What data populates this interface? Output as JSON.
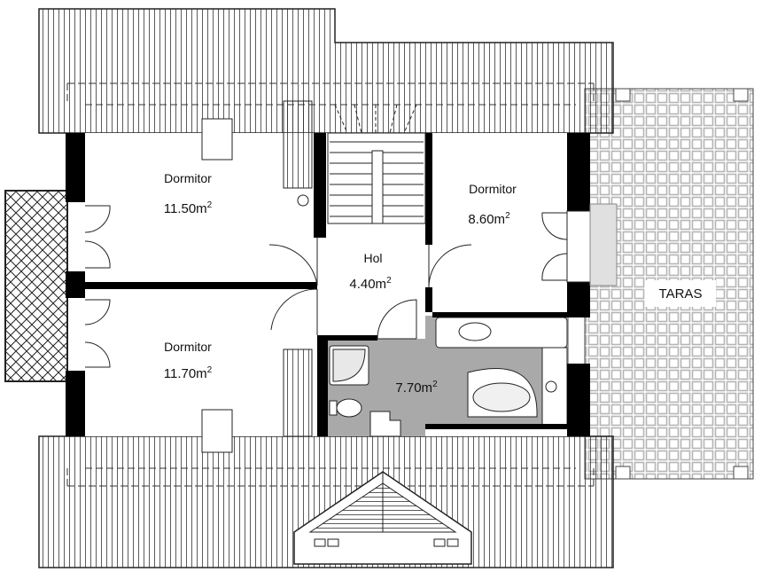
{
  "rooms": {
    "bedroom_top_left": {
      "name": "Dormitor",
      "area": "11.50m",
      "unit_sup": "2"
    },
    "bedroom_bottom_left": {
      "name": "Dormitor",
      "area": "11.70m",
      "unit_sup": "2"
    },
    "bedroom_right": {
      "name": "Dormitor",
      "area": "8.60m",
      "unit_sup": "2"
    },
    "hall": {
      "name": "Hol",
      "area": "4.40m",
      "unit_sup": "2"
    },
    "bathroom": {
      "area": "7.70m",
      "unit_sup": "2"
    }
  },
  "terrace": {
    "label": "TARAS"
  },
  "colors": {
    "wall": "#000000",
    "bathroom_floor": "#a9a9a9",
    "roof_line": "#333333",
    "terrace_tile": "#bdbdbd"
  }
}
